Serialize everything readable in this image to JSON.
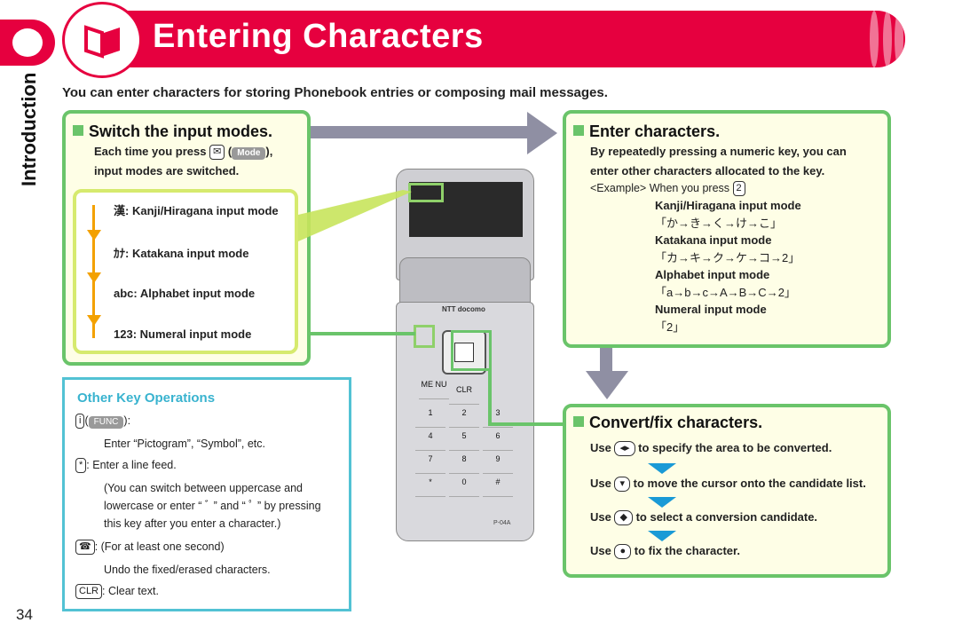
{
  "side": {
    "label": "Introduction",
    "page_number": "34"
  },
  "header": {
    "title": "Entering Characters"
  },
  "intro": "You can enter characters for storing Phonebook entries or composing mail messages.",
  "switch_panel": {
    "title": "Switch the input modes.",
    "line1a": "Each time you press",
    "key": "✉",
    "paren_open": "(",
    "mode_key": "Mode",
    "paren_close": "),",
    "line2": "input modes are switched.",
    "modes": [
      {
        "symbol": "漢:",
        "label": "Kanji/Hiragana input mode"
      },
      {
        "symbol": "ｶﾅ:",
        "label": "Katakana input mode"
      },
      {
        "symbol": "abc:",
        "label": "Alphabet input mode"
      },
      {
        "symbol": "123:",
        "label": "Numeral input mode"
      }
    ]
  },
  "enter_panel": {
    "title": "Enter characters.",
    "desc1": "By repeatedly pressing a numeric key, you can",
    "desc2": "enter other characters allocated to the key.",
    "example": "<Example> When you press",
    "example_key": "2",
    "entries": [
      {
        "mode": "Kanji/Hiragana input mode",
        "seq": "「か→き→く→け→こ」"
      },
      {
        "mode": "Katakana input mode",
        "seq": "「カ→キ→ク→ケ→コ→2」"
      },
      {
        "mode": "Alphabet input mode",
        "seq": "「a→b→c→A→B→C→2」"
      },
      {
        "mode": "Numeral input mode",
        "seq": "「2」"
      }
    ]
  },
  "convert_panel": {
    "title": "Convert/fix characters.",
    "steps": [
      {
        "use": "Use",
        "text": "to specify the area to be converted."
      },
      {
        "use": "Use",
        "text": "to move the cursor onto the candidate list."
      },
      {
        "use": "Use",
        "text": "to select a conversion candidate."
      },
      {
        "use": "Use",
        "text": "to fix the character."
      }
    ]
  },
  "other_panel": {
    "title": "Other Key Operations",
    "func_key": "FUNC",
    "func_suffix": "):",
    "func_desc": "Enter “Pictogram”, “Symbol”, etc.",
    "star_desc": ": Enter a line feed.",
    "star_note1": "(You can switch between uppercase and",
    "star_note2": "lowercase or enter “ ﾞ ” and “ ﾟ ” by pressing",
    "star_note3": "this key after you enter a character.)",
    "clear_note": ": (For at least one second)",
    "clear_desc": "Undo the fixed/erased characters.",
    "clr_desc": ": Clear text."
  },
  "phone": {
    "brand": "NTT docomo",
    "model": "P-04A",
    "keys": [
      "1",
      "2",
      "3",
      "4",
      "5",
      "6",
      "7",
      "8",
      "9",
      "*",
      "0",
      "#"
    ],
    "clr": "CLR",
    "menu": "ME NU"
  },
  "colors": {
    "accent": "#e6003f",
    "panel_border": "#6ac46a",
    "other_border": "#52c2d4",
    "arrow": "#8f8fa3",
    "mode_arrow": "#f3a100"
  }
}
